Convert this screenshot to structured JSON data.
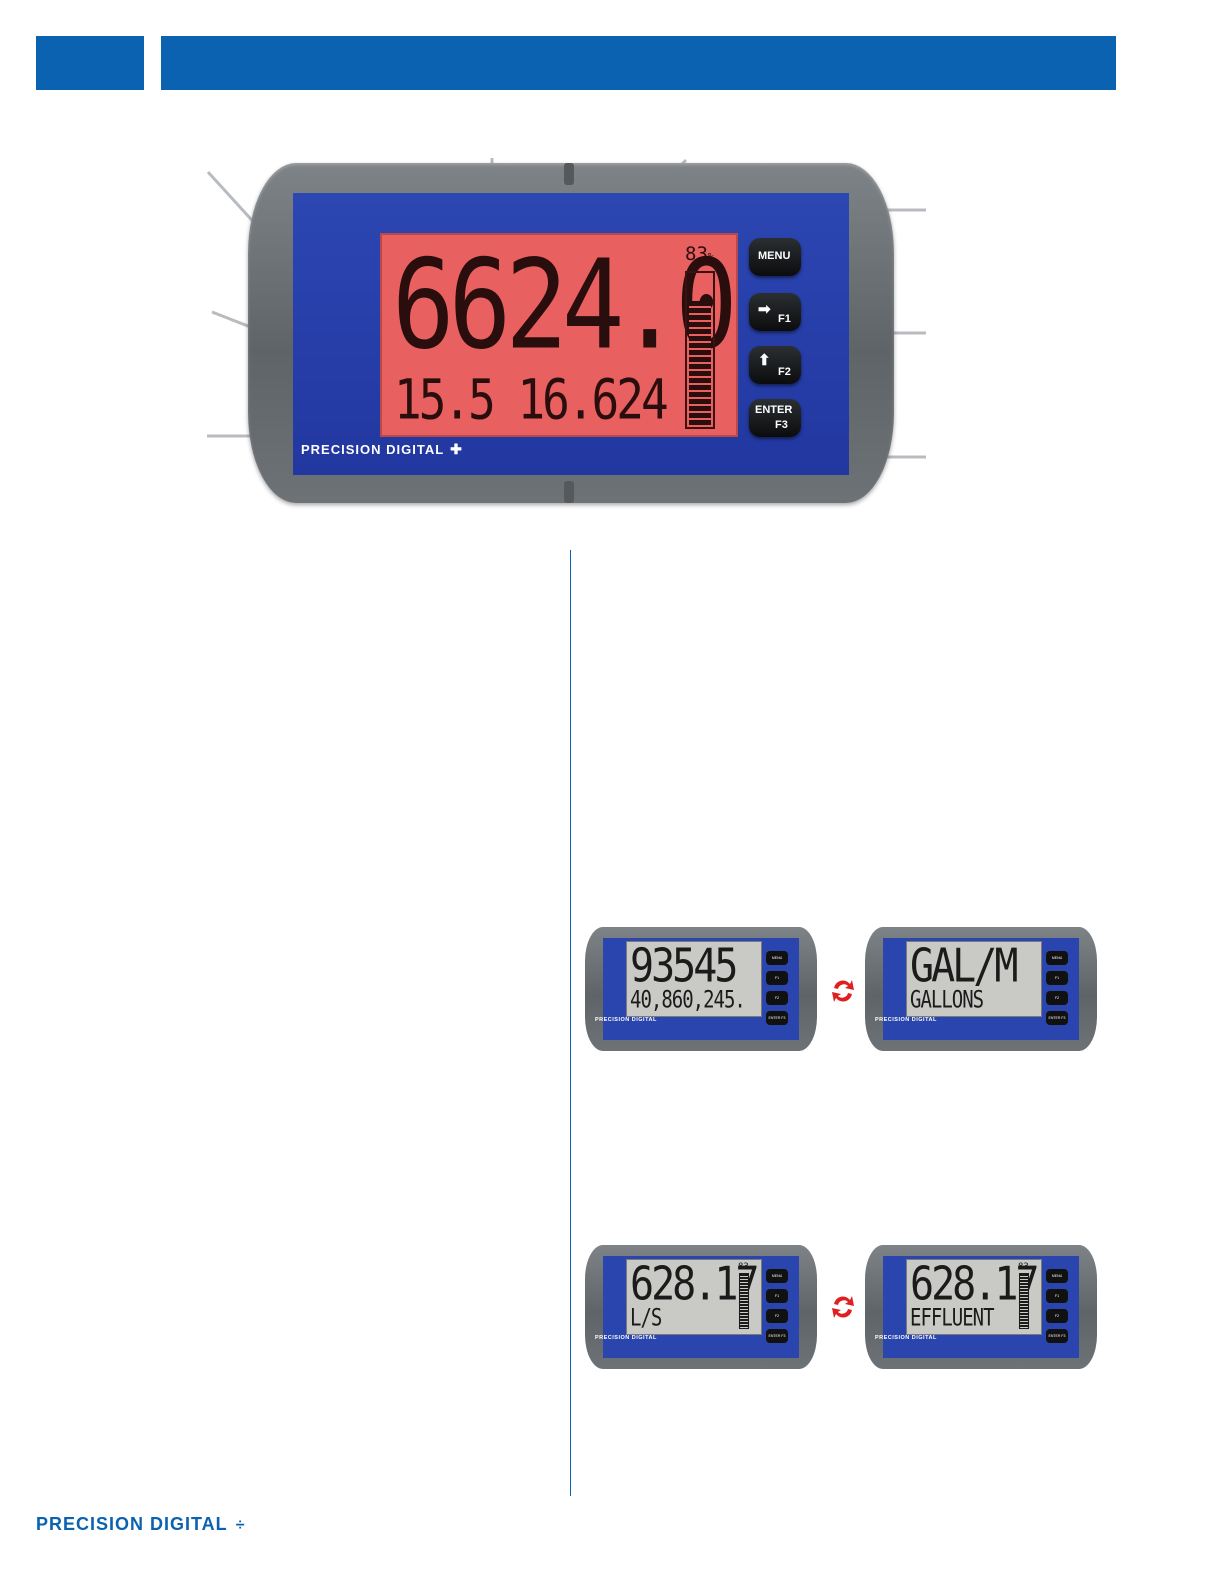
{
  "header": {
    "accent": "#0a62b0"
  },
  "main_meter": {
    "big_display": "6624.0",
    "small_display": "15.5 16.624",
    "bargraph_percent_label": "83",
    "bargraph_percent_sign": "%",
    "bargraph_level": 0.83,
    "brand": "PRECISION DIGITAL",
    "brand_mark": "✚",
    "lcd_color": "#e86060",
    "keys": [
      {
        "label": "MENU",
        "icon": ""
      },
      {
        "label": "F1",
        "icon": "right-arrow-icon"
      },
      {
        "label": "F2",
        "icon": "up-arrow-icon"
      },
      {
        "label": "ENTER",
        "sublabel": "F3",
        "icon": ""
      }
    ]
  },
  "mini_meters": [
    {
      "top": "93545",
      "bottom": "40,860,245.",
      "percent": "",
      "bargraph": false
    },
    {
      "top": "GAL/M",
      "bottom": "GALLONS",
      "percent": "",
      "bargraph": false
    },
    {
      "top": "628.17",
      "bottom": "L/S",
      "percent": "83",
      "bargraph": true
    },
    {
      "top": "628.17",
      "bottom": "EFFLUENT",
      "percent": "83",
      "bargraph": true
    }
  ],
  "mini_brand": "PRECISION DIGITAL",
  "mini_keys": [
    "MENU",
    "F1",
    "F2",
    "ENTER F3"
  ],
  "swap_icon": "cycle-arrows-icon",
  "swap_color": "#e02020",
  "footer": {
    "logo": "PRECISION DIGITAL",
    "mark": "÷"
  }
}
